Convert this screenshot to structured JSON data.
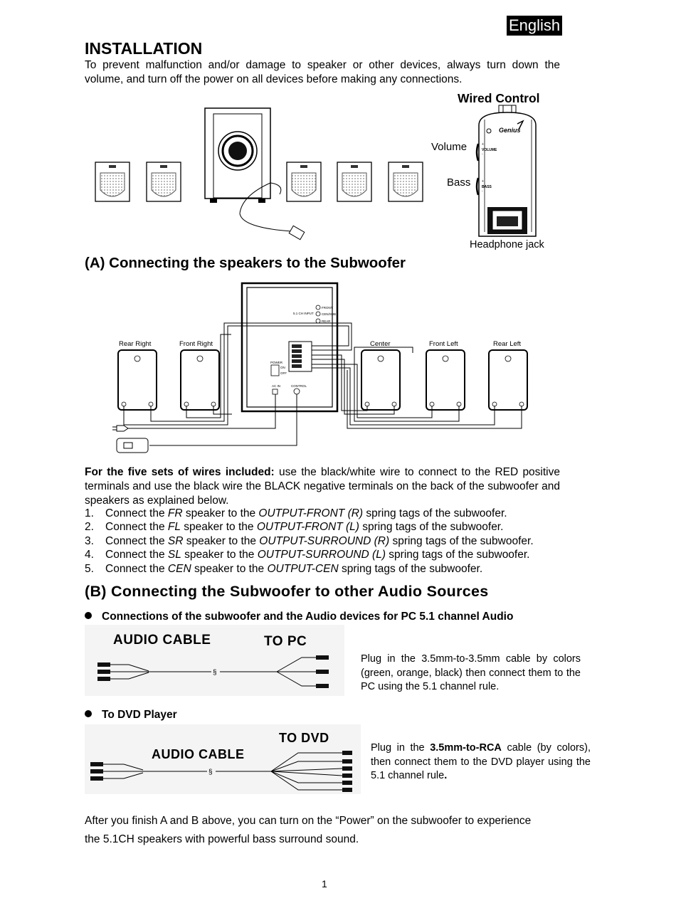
{
  "lang_badge": "English",
  "installation": {
    "title": "INSTALLATION",
    "intro": "To prevent malfunction and/or damage to speaker or other devices, always turn down the volume, and turn off the power on all devices before making any connections."
  },
  "wired_control": {
    "title": "Wired Control",
    "volume": "Volume",
    "bass": "Bass",
    "headphone": "Headphone jack",
    "brand": "Genius",
    "volume_small": "VOLUME",
    "bass_small": "BASS"
  },
  "section_a": {
    "title": "(A) Connecting the speakers to the Subwoofer",
    "labels": {
      "rear_right": "Rear Right",
      "front_right": "Front Right",
      "center": "Center",
      "front_left": "Front Left",
      "rear_left": "Rear Left"
    },
    "panel": {
      "input": "5.1 CH INPUT",
      "front": "FRONT",
      "cen_sub": "CEN/SUB",
      "rear": "REAR",
      "power": "POWER",
      "on": "ON",
      "off": "OFF",
      "ac_in": "AC IN",
      "control": "CONTROL"
    },
    "wires_bold": "For the five sets of wires included:",
    "wires_text": " use the black/white wire to connect to the RED positive terminals and use the black wire the BLACK negative terminals on the back of the subwoofer and speakers as explained below.",
    "steps": [
      {
        "num": "1.",
        "a": "Connect the ",
        "spk": "FR",
        "b": " speaker to the ",
        "out": "OUTPUT-FRONT (R)",
        "c": " spring tags of the subwoofer."
      },
      {
        "num": "2.",
        "a": "Connect the ",
        "spk": "FL",
        "b": " speaker to the ",
        "out": "OUTPUT-FRONT (L)",
        "c": " spring tags of the subwoofer."
      },
      {
        "num": "3.",
        "a": "Connect the ",
        "spk": "SR",
        "b": " speaker to the ",
        "out": "OUTPUT-SURROUND (R)",
        "c": " spring tags of the subwoofer."
      },
      {
        "num": "4.",
        "a": "Connect the ",
        "spk": "SL",
        "b": " speaker to the ",
        "out": "OUTPUT-SURROUND (L)",
        "c": " spring tags of the subwoofer."
      },
      {
        "num": "5.",
        "a": "Connect the ",
        "spk": "CEN",
        "b": " speaker to the ",
        "out": "OUTPUT-CEN",
        "c": " spring tags of the subwoofer."
      }
    ]
  },
  "section_b": {
    "title": "(B) Connecting the Subwoofer to other Audio Sources",
    "pc": {
      "bullet": "Connections of the subwoofer and the Audio devices for PC 5.1 channel Audio",
      "cable_label": "AUDIO  CABLE",
      "to_label": "TO  PC",
      "text": "Plug in the 3.5mm-to-3.5mm cable by colors (green, orange, black) then connect them to the PC using the 5.1 channel rule."
    },
    "dvd": {
      "bullet": "To DVD Player",
      "cable_label": "AUDIO  CABLE",
      "to_label": "TO DVD",
      "text_a": "Plug in the ",
      "text_bold": "3.5mm-to-RCA",
      "text_b": " cable (by colors), then connect them to the DVD player using the 5.1 channel rule",
      "text_end": "."
    }
  },
  "footer": {
    "line1": "After you finish A and B above, you can turn on the “Power” on the subwoofer to experience",
    "line2": "the 5.1CH speakers with powerful bass surround sound.",
    "page": "1"
  }
}
